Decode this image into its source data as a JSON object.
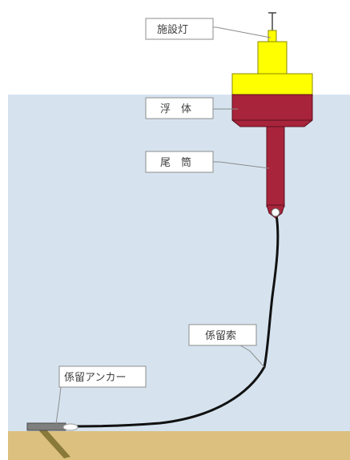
{
  "labels": {
    "lamp": "施設灯",
    "float": "浮　体",
    "tail_tube": "尾　筒",
    "mooring_chain": "係留索",
    "anchor": "係留アンカー"
  },
  "colors": {
    "sky": "#ffffff",
    "water": "#d6e3ef",
    "seabed": "#dcc080",
    "buoy_top": "#ffff00",
    "buoy_body": "#a8243a",
    "chain": "#111111",
    "anchor_block": "#7f7f7f",
    "anchor_fluke": "#8a7a3a",
    "label_border": "#8c8c8c",
    "label_text": "#404040"
  }
}
